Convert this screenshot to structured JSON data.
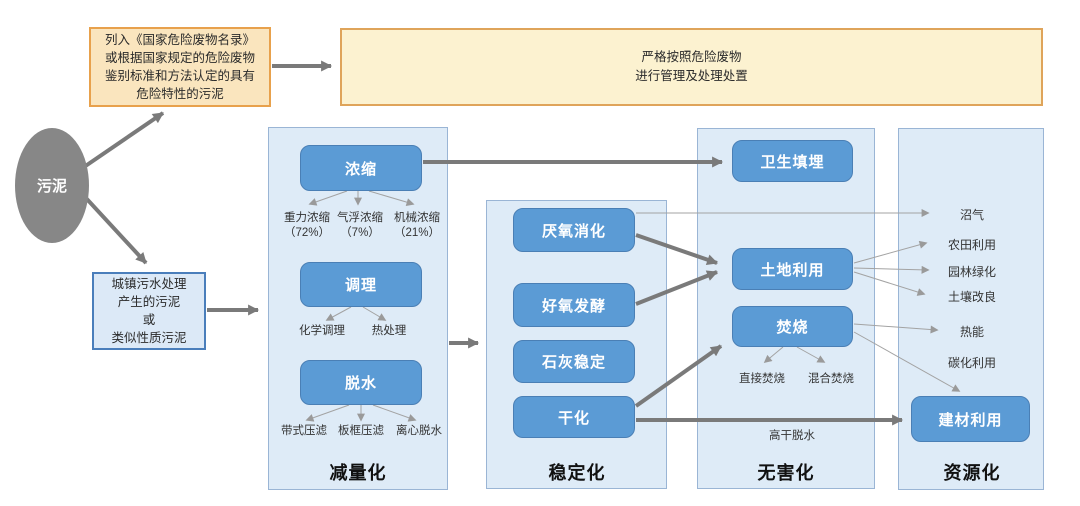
{
  "source": {
    "label": "污泥"
  },
  "hazard_criteria": {
    "text": "列入《国家危险废物名录》\n或根据国家规定的危险废物\n鉴别标准和方法认定的具有\n危险特性的污泥"
  },
  "hazard_action": {
    "text": "严格按照危险废物\n进行管理及处理处置"
  },
  "municipal": {
    "text": "城镇污水处理\n产生的污泥\n或\n类似性质污泥"
  },
  "reduction": {
    "title": "减量化",
    "concentrate": "浓缩",
    "concentrate_subs": [
      "重力浓缩\n（72%）",
      "气浮浓缩\n（7%）",
      "机械浓缩\n（21%）"
    ],
    "condition": "调理",
    "condition_subs": [
      "化学调理",
      "热处理"
    ],
    "dewater": "脱水",
    "dewater_subs": [
      "带式压滤",
      "板框压滤",
      "离心脱水"
    ]
  },
  "stabilization": {
    "title": "稳定化",
    "anaerobic": "厌氧消化",
    "aerobic": "好氧发酵",
    "lime": "石灰稳定",
    "drying": "干化"
  },
  "harmless": {
    "title": "无害化",
    "landfill": "卫生填埋",
    "land_use": "土地利用",
    "incineration": "焚烧",
    "incineration_subs": [
      "直接焚烧",
      "混合焚烧"
    ],
    "high_dry_label": "高干脱水"
  },
  "resource": {
    "title": "资源化",
    "outputs": [
      "沼气",
      "农田利用",
      "园林绿化",
      "土壤改良",
      "热能",
      "碳化利用"
    ],
    "building": "建材利用"
  },
  "palette": {
    "process_blue": "#5B9BD5",
    "panel_bg": "#DEEBF7",
    "panel_border": "#9AB5D5",
    "hazard_fill": "#FAE5BE",
    "hazard_border": "#E8A14C",
    "action_fill": "#FCF2D0",
    "gray_node": "#878787",
    "thick_arrow": "#7A7A7A",
    "thin_line": "#A3A3A3"
  }
}
